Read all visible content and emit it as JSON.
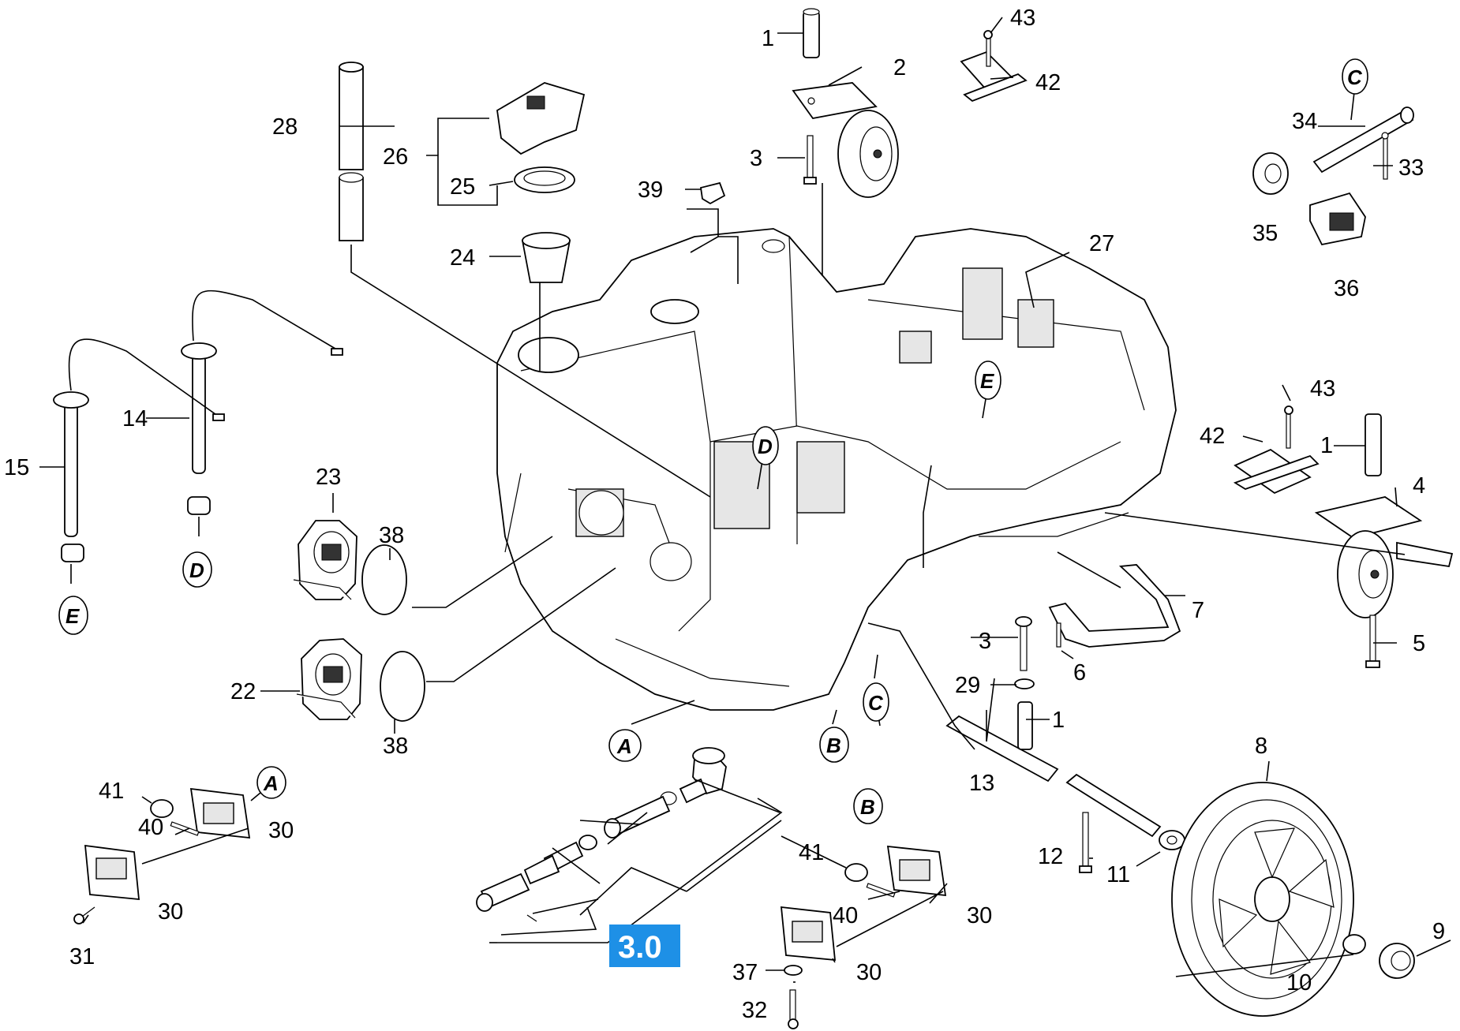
{
  "diagram_labels": [
    "1",
    "2",
    "3",
    "4",
    "5",
    "6",
    "7",
    "8",
    "9",
    "10",
    "11",
    "12",
    "13",
    "14",
    "15",
    "22",
    "23",
    "24",
    "25",
    "26",
    "27",
    "28",
    "29",
    "30",
    "31",
    "32",
    "33",
    "34",
    "35",
    "36",
    "37",
    "38",
    "39",
    "40",
    "41",
    "42",
    "43"
  ],
  "ref_letters": [
    "A",
    "B",
    "C",
    "D",
    "E"
  ],
  "labels": {
    "l1a": "1",
    "l1b": "1",
    "l1c": "1",
    "l2": "2",
    "l3a": "3",
    "l3b": "3",
    "l4": "4",
    "l5": "5",
    "l6": "6",
    "l7": "7",
    "l8": "8",
    "l9": "9",
    "l10": "10",
    "l11": "11",
    "l12": "12",
    "l13": "13",
    "l14": "14",
    "l15": "15",
    "l22": "22",
    "l23": "23",
    "l24": "24",
    "l25": "25",
    "l26": "26",
    "l27": "27",
    "l28": "28",
    "l29": "29",
    "l30a": "30",
    "l30b": "30",
    "l30c": "30",
    "l30d": "30",
    "l31": "31",
    "l32": "32",
    "l33": "33",
    "l34": "34",
    "l35": "35",
    "l36": "36",
    "l37": "37",
    "l38a": "38",
    "l38b": "38",
    "l39": "39",
    "l40a": "40",
    "l40b": "40",
    "l41a": "41",
    "l41b": "41",
    "l42a": "42",
    "l42b": "42",
    "l43a": "43",
    "l43b": "43"
  },
  "refs": {
    "a1": "A",
    "a2": "A",
    "b1": "B",
    "b2": "B",
    "c1": "C",
    "c2": "C",
    "d1": "D",
    "d2": "D",
    "e1": "E",
    "e2": "E"
  },
  "badge": {
    "text": "3.0",
    "color": "#1e90e6"
  }
}
